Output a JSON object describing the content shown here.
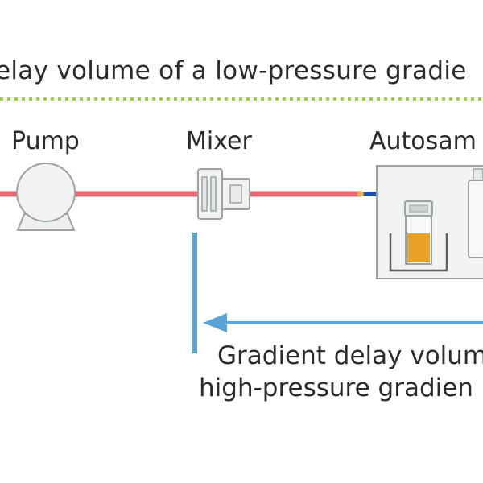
{
  "top_caption": "elay volume of a low-pressure gradie",
  "components": {
    "pump": "Pump",
    "mixer": "Mixer",
    "autosampler": "Autosam"
  },
  "bottom_caption": {
    "line1": "Gradient delay volum",
    "line2": "high-pressure gradien"
  },
  "colors": {
    "low_pressure_line": "#e46a73",
    "sample_line": "#1f4fa8",
    "dotted_rule": "#9bd14a",
    "delay_arrow": "#5aa3d6",
    "sample_liquid": "#e9a227",
    "housing": "#f1f3f2",
    "housing_stroke": "#9aa3a0"
  }
}
